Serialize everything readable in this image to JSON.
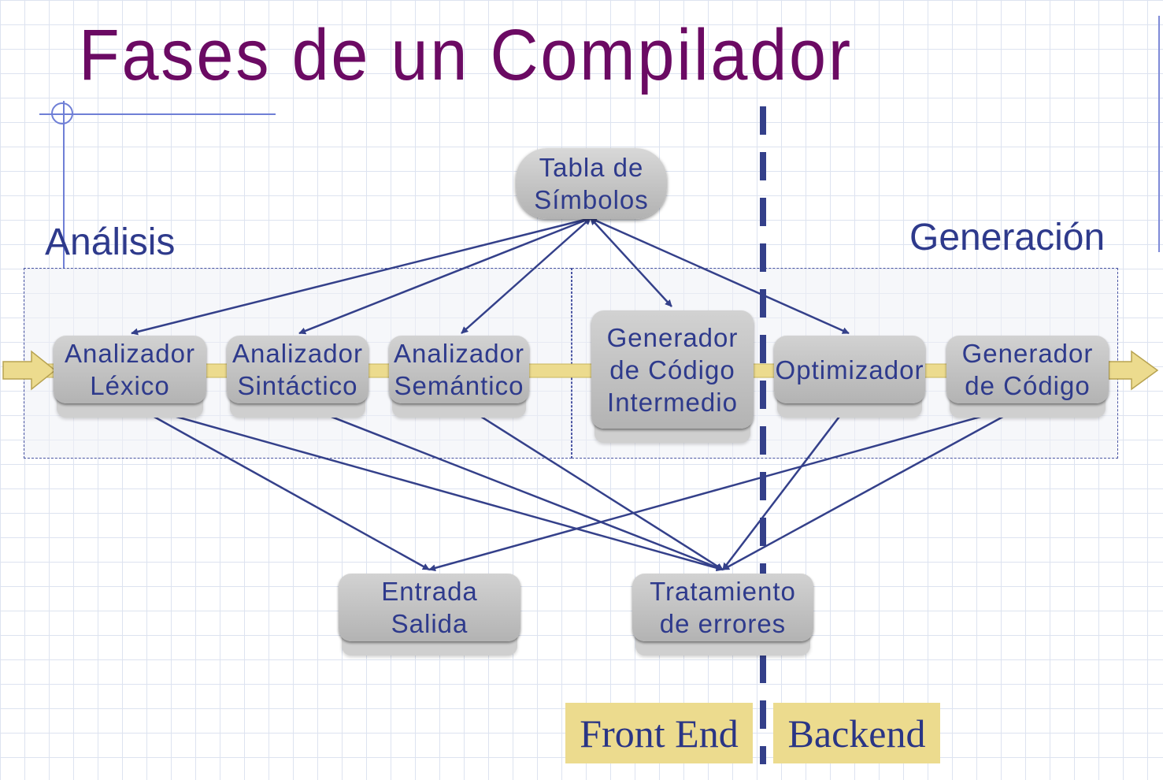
{
  "title": "Fases de un Compilador",
  "sections": {
    "analysis": "Análisis",
    "generation": "Generación"
  },
  "nodes": {
    "symbol_table": "Tabla de\nSímbolos",
    "lexical": "Analizador\nLéxico",
    "syntactic": "Analizador\nSintáctico",
    "semantic": "Analizador\nSemántico",
    "intermediate": "Generador\nde Código\nIntermedio",
    "optimizer": "Optimizador",
    "code_gen": "Generador\nde Código",
    "io": "Entrada\nSalida",
    "errors": "Tratamiento\nde errores"
  },
  "badges": {
    "front_end": "Front End",
    "backend": "Backend"
  },
  "colors": {
    "title": "#6b0a63",
    "text": "#2e3a8c",
    "arrow": "#34408a",
    "flow": "#ecdb8e",
    "divider": "#34408a"
  }
}
